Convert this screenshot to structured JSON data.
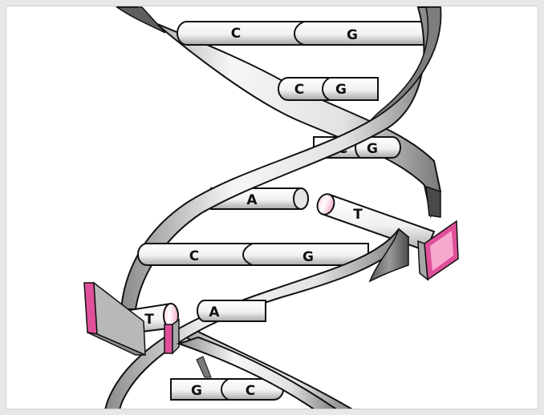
{
  "diagram": {
    "subject": "DNA double helix",
    "colors": {
      "backbone_light": "#f4f4f4",
      "backbone_dark": "#6f6f6f",
      "outline": "#111111",
      "cut_end": "#e0509a"
    },
    "base_pairs": [
      {
        "left": "C",
        "right": "G"
      },
      {
        "left": "C",
        "right": "G"
      },
      {
        "left": "C",
        "right": "G"
      },
      {
        "left": "A",
        "right": "T",
        "separated": true
      },
      {
        "left": "C",
        "right": "G"
      },
      {
        "left": "T",
        "right": "A",
        "separated": true
      },
      {
        "left": "G",
        "right": "C"
      }
    ]
  }
}
